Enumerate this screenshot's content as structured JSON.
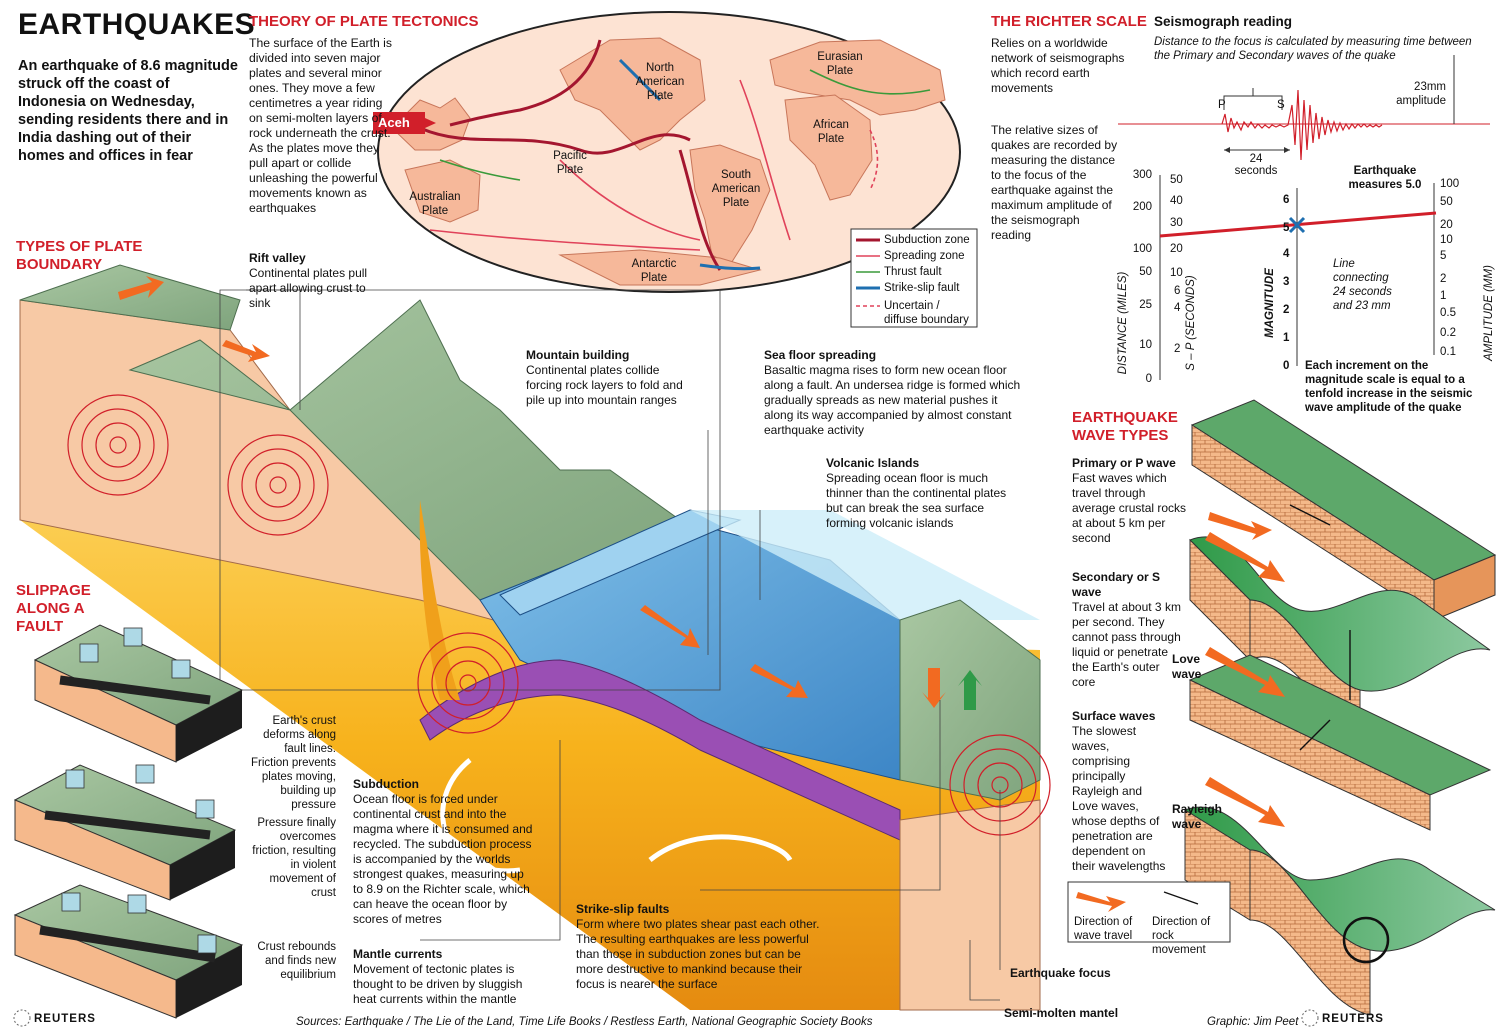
{
  "header": {
    "title": "EARTHQUAKES",
    "lead": "An earthquake of 8.6 magnitude struck off the coast of Indonesia on Wednesday, sending residents there and in India dashing out of their homes and offices in fear"
  },
  "tectonics": {
    "title": "THEORY OF PLATE TECTONICS",
    "text": "The surface of the Earth is divided into seven major plates and several minor ones. They move a few centimetres a year riding on semi-molten layers of rock underneath the crust. As the plates move they pull apart or collide unleashing the powerful movements known as earthquakes"
  },
  "map": {
    "label_aceh": "Aceh",
    "plates": [
      "North American Plate",
      "Eurasian Plate",
      "Pacific Plate",
      "African Plate",
      "South American Plate",
      "Australian Plate",
      "Antarctic Plate"
    ],
    "legend": [
      "Subduction zone",
      "Spreading zone",
      "Thrust fault",
      "Strike-slip fault",
      "Uncertain / diffuse boundary"
    ],
    "colors": {
      "subduction": "#a4162f",
      "spreading": "#e0425a",
      "thrust": "#3a9a3a",
      "strike_slip": "#1e6fb0",
      "uncertain": "#e0425a",
      "land": "#f6b89a",
      "ocean": "#fde3d3"
    }
  },
  "richter": {
    "title": "THE RICHTER SCALE",
    "text1": "Relies on a worldwide network of seismographs which record earth movements",
    "text2": "The relative sizes of quakes are recorded by measuring the distance to the focus of the earthquake against the maximum amplitude of the seismograph reading",
    "seismo_title": "Seismograph reading",
    "seismo_sub": "Distance to the focus is calculated by measuring time between the Primary and Secondary waves of the quake",
    "p_label": "P",
    "s_label": "S",
    "seconds_value": "24",
    "seconds_unit": "seconds",
    "amp_value": "23mm",
    "amp_unit": "amplitude",
    "quake_label": "Earthquake measures 5.0",
    "line_label": "Line connecting 24 seconds and 23 mm",
    "increment": "Each increment on the magnitude scale is equal to a tenfold increase in the seismic wave amplitude of the quake",
    "axis_distance_title": "DISTANCE (MILES)",
    "axis_sp_title": "S – P (SECONDS)",
    "axis_mag_title": "MAGNITUDE",
    "axis_amp_title": "AMPLITUDE (MM)",
    "distance_ticks": [
      "300",
      "200",
      "100",
      "50",
      "25",
      "10",
      "0"
    ],
    "sp_ticks": [
      "50",
      "40",
      "30",
      "20",
      "10",
      "6",
      "4",
      "2"
    ],
    "mag_ticks": [
      "6",
      "5",
      "4",
      "3",
      "2",
      "1",
      "0"
    ],
    "amp_ticks": [
      "100",
      "50",
      "20",
      "10",
      "5",
      "2",
      "1",
      "0.5",
      "0.2",
      "0.1"
    ]
  },
  "boundary": {
    "title": "TYPES OF PLATE BOUNDARY",
    "rift": {
      "title": "Rift valley",
      "text": "Continental plates pull apart allowing crust to sink"
    },
    "mountain": {
      "title": "Mountain building",
      "text": "Continental plates collide forcing rock layers to fold and pile up into mountain ranges"
    },
    "seafloor": {
      "title": "Sea floor spreading",
      "text": "Basaltic magma rises to form new ocean floor along a fault. An undersea ridge is formed which gradually spreads as new material pushes it along its way accompanied by almost constant earthquake activity"
    },
    "volcanic": {
      "title": "Volcanic Islands",
      "text": "Spreading ocean floor is much thinner than the continental plates but can break the sea surface forming volcanic islands"
    },
    "subduction": {
      "title": "Subduction",
      "text": "Ocean floor is forced under continental crust and into the magma where it is consumed and recycled. The subduction process is accompanied by the worlds strongest quakes, measuring up to 8.9 on the Richter scale, which can heave the ocean floor by scores of metres"
    },
    "mantle": {
      "title": "Mantle currents",
      "text": "Movement of tectonic plates is thought to be driven by sluggish heat currents within the mantle"
    },
    "strike": {
      "title": "Strike-slip faults",
      "text": "Form where two plates shear past each other. The resulting earthquakes are less powerful than those in subduction zones but can be more destructive to mankind because their focus is nearer the surface"
    },
    "focus": "Earthquake focus",
    "mantel": "Semi-molten mantel"
  },
  "slippage": {
    "title": "SLIPPAGE ALONG A FAULT",
    "step1": "Earth's crust deforms along fault lines. Friction prevents plates moving, building up pressure",
    "step2": "Pressure finally overcomes friction, resulting in violent movement of crust",
    "step3": "Crust rebounds and finds new equilibrium"
  },
  "waves": {
    "title": "EARTHQUAKE WAVE TYPES",
    "p": {
      "title": "Primary or P wave",
      "text": "Fast waves which travel through average crustal rocks at about 5 km per second"
    },
    "s": {
      "title": "Secondary or S wave",
      "text": "Travel at about 3 km per second. They cannot pass through liquid or penetrate the Earth's outer core"
    },
    "surface": {
      "title": "Surface waves",
      "text": "The slowest waves, comprising principally Rayleigh and Love waves, whose depths of penetration are dependent on their wavelengths"
    },
    "love": "Love wave",
    "rayleigh": "Rayleigh wave",
    "legend_travel": "Direction of wave travel",
    "legend_rock": "Direction of rock movement"
  },
  "footer": {
    "sources": "Sources: Earthquake / The Lie of the Land, Time Life Books / Restless Earth, National Geographic Society Books",
    "graphic": "Graphic: Jim Peet",
    "reuters": "REUTERS"
  }
}
